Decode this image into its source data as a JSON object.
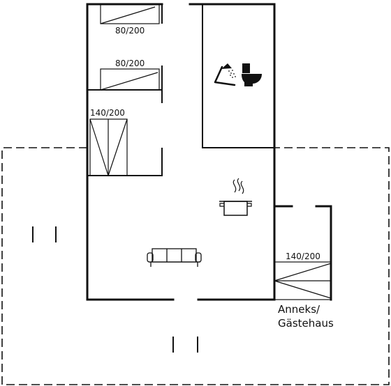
{
  "plan": {
    "beds": {
      "bed_1": "80/200",
      "bed_2": "80/200",
      "bed_3": "140/200",
      "bed_annex": "140/200"
    },
    "annex_label_line1": "Anneks/",
    "annex_label_line2": "Gästehaus",
    "icons": [
      "shower-icon",
      "toilet-icon",
      "cooking-pot-icon",
      "sofa-icon"
    ]
  }
}
